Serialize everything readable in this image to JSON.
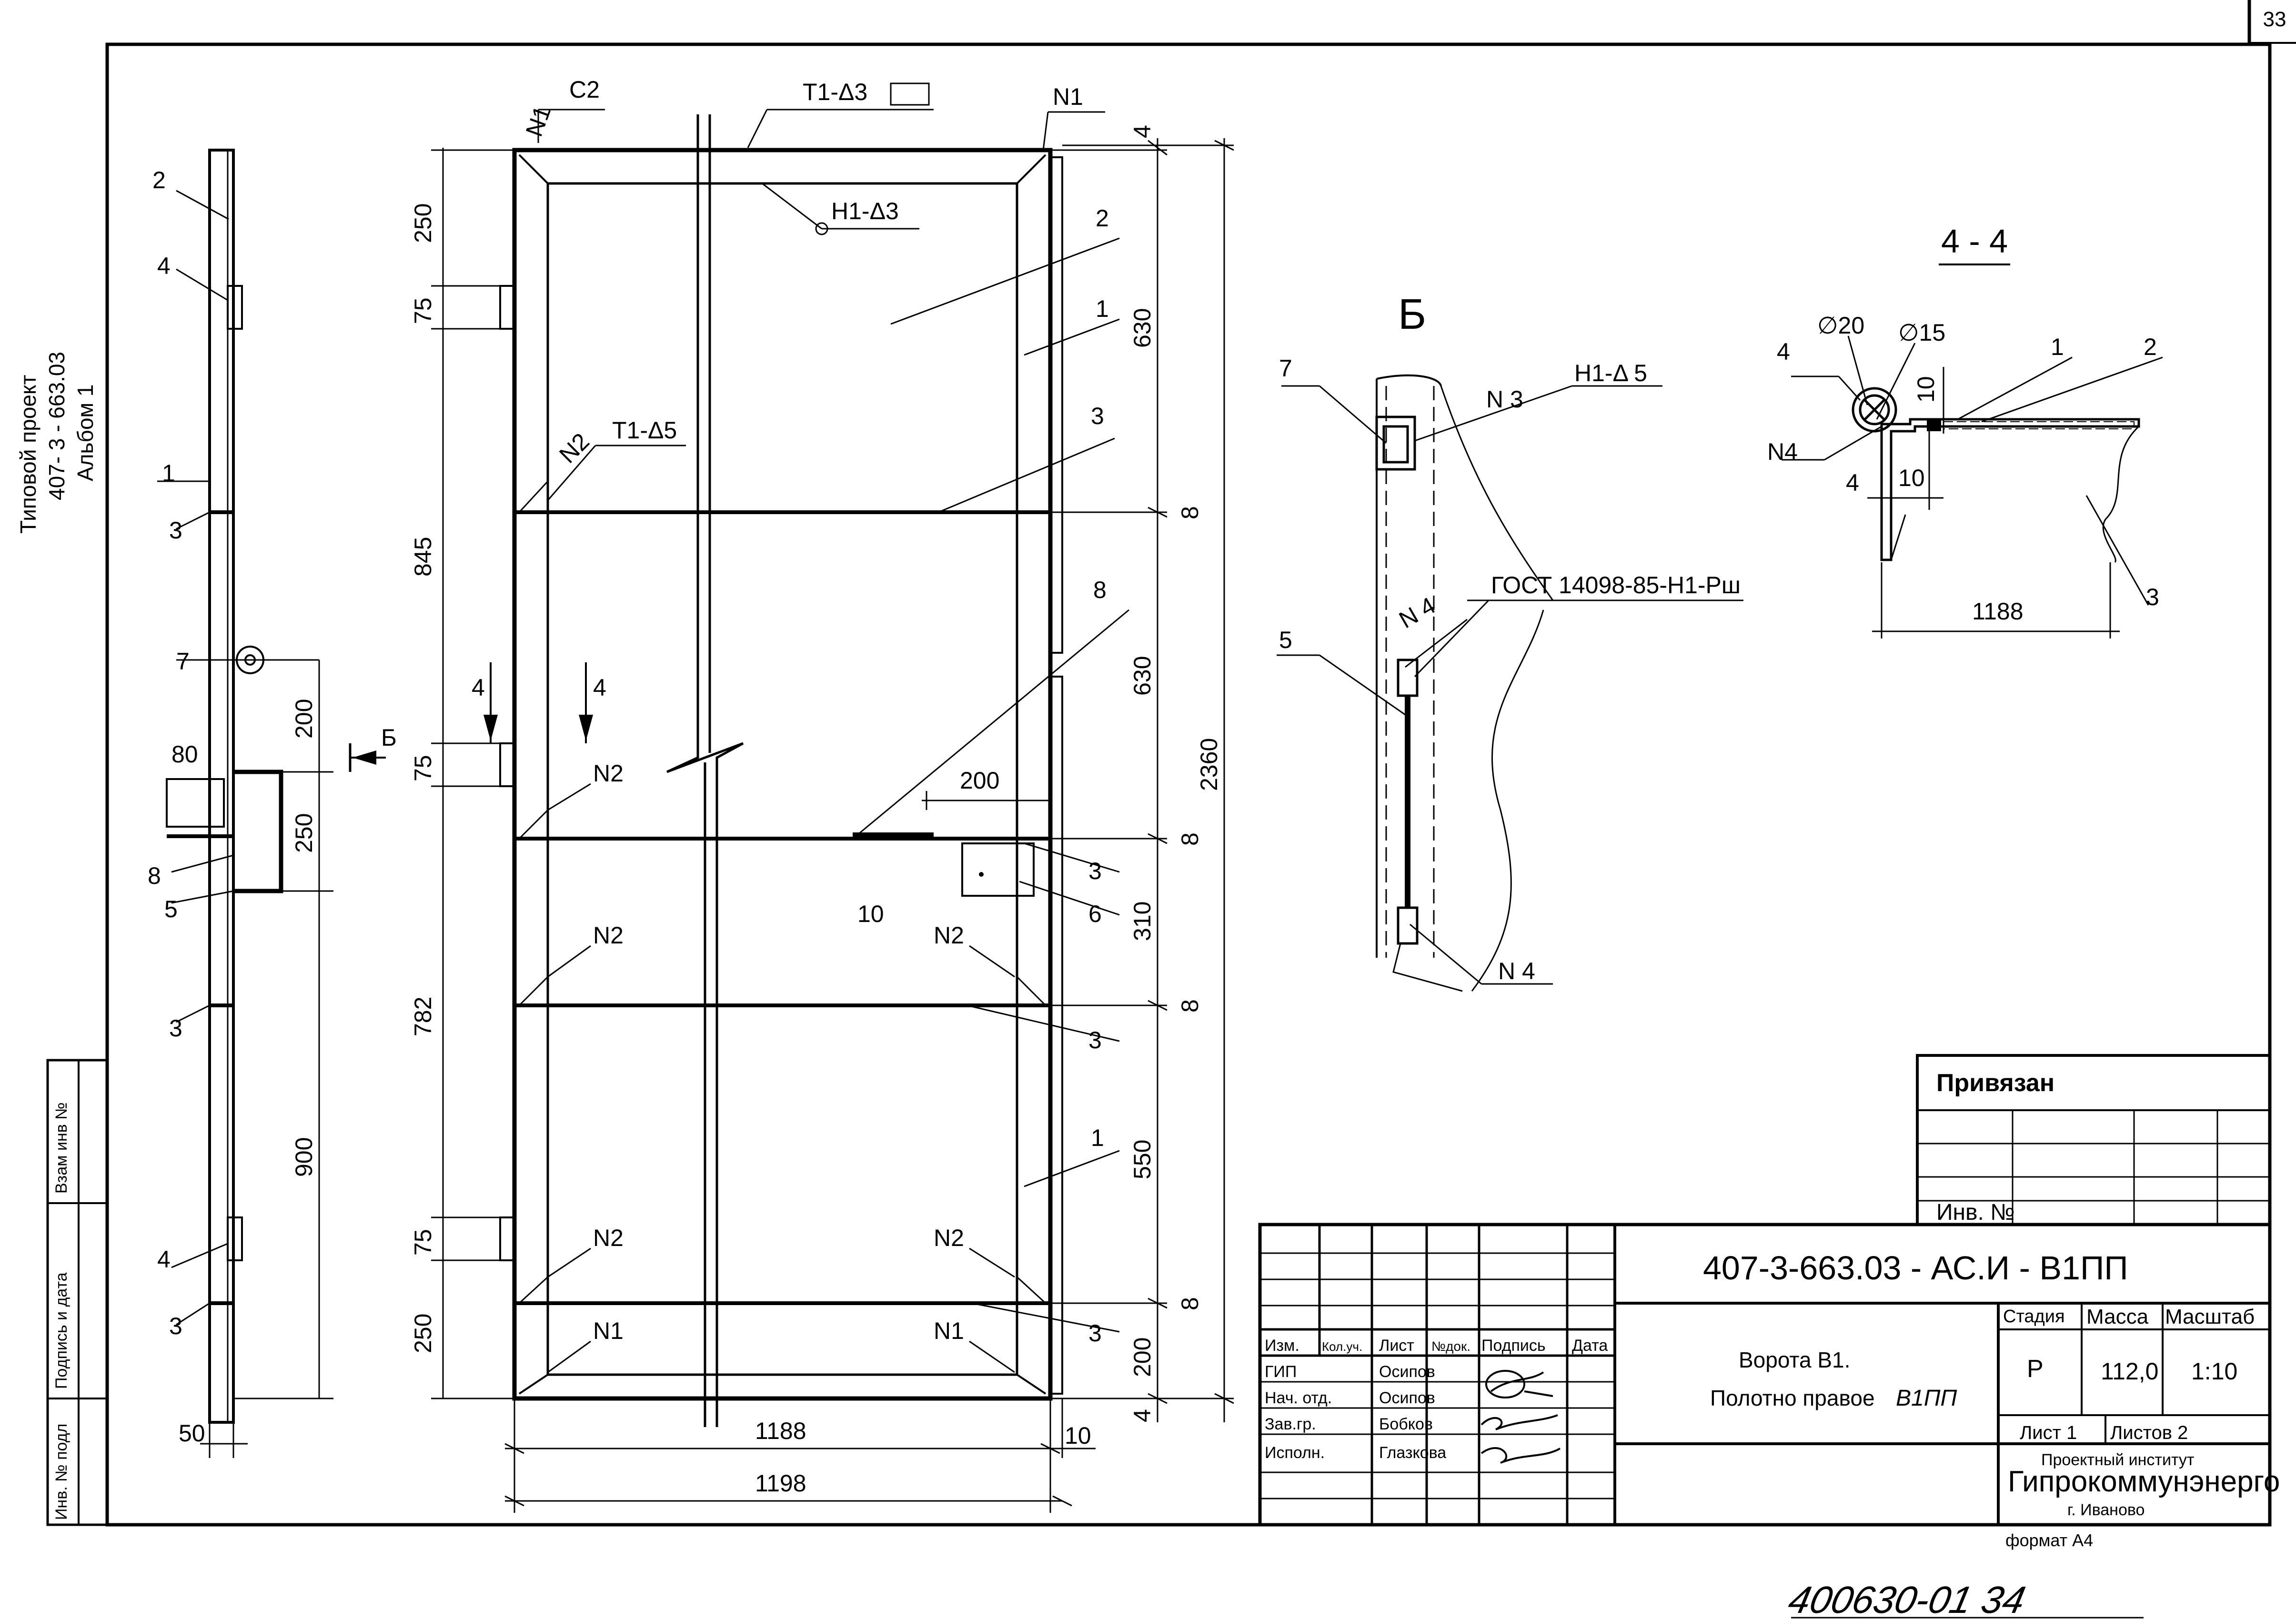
{
  "sheet_number": "33",
  "side_stamp": {
    "title_line1": "Типовой проект",
    "title_line2": "407- 3 - 663.03",
    "title_line3": "Альбом 1"
  },
  "left_strip": {
    "vzam_inv": "Взам инв №",
    "podpis_data": "Подпись и дата",
    "inv_podl": "Инв. № подл"
  },
  "elevation": {
    "labels": [
      "2",
      "4",
      "1",
      "3",
      "7",
      "80",
      "8",
      "5",
      "3",
      "4",
      "3",
      "50"
    ],
    "dims": [
      "200",
      "250",
      "900"
    ],
    "arrow_b": "Б"
  },
  "front": {
    "top_labels": {
      "n1": "N1",
      "c2": "C2",
      "t1_3": "Т1-Δ3",
      "n1_right": "N1",
      "h1_3": "Н1-Δ3",
      "n2_t1": "N2",
      "t1_5": "Т1-Δ5"
    },
    "left_dims": [
      "250",
      "75",
      "845",
      "75",
      "782",
      "75",
      "250"
    ],
    "right_dims": [
      "4",
      "630",
      "8",
      "630",
      "8",
      "310",
      "8",
      "550",
      "8",
      "200",
      "4"
    ],
    "overall": "2360",
    "bottom_dims": {
      "inner": "1188",
      "right_gap": "10",
      "outer": "1198"
    },
    "part_labels": [
      "2",
      "1",
      "3",
      "8",
      "3",
      "6",
      "3",
      "1",
      "3"
    ],
    "weld_labels": [
      "N2",
      "N2",
      "N2",
      "N2",
      "N2",
      "N2",
      "N1",
      "N1"
    ],
    "misc": {
      "dim_200": "200",
      "mark_10": "10",
      "section_4a": "4",
      "section_4b": "4"
    }
  },
  "detail_b": {
    "title": "Б",
    "n3": "N 3",
    "h1_5": "Н1-Δ 5",
    "gost": "ГОСТ 14098-85-Н1-Рш",
    "n4_top": "N 4",
    "n4_bottom": "N 4",
    "label_7": "7",
    "label_5": "5"
  },
  "section_44": {
    "title": "4 - 4",
    "d20": "∅20",
    "d15": "∅15",
    "label_4": "4",
    "label_1": "1",
    "label_2": "2",
    "label_3": "3",
    "n4": "N4",
    "dim_10v": "10",
    "dim_4": "4",
    "dim_10h": "10",
    "dim_1188": "1188"
  },
  "title_block": {
    "privyazan": "Привязан",
    "inv_no": "Инв. №",
    "code": "407-3-663.03 - АС.И - В1ПП",
    "headers": [
      "Изм.",
      "Кол.уч.",
      "Лист",
      "№док.",
      "Подпись",
      "Дата"
    ],
    "roles": [
      "ГИП",
      "Нач. отд.",
      "Зав.гр.",
      "Исполн."
    ],
    "names": [
      "Осипов",
      "Осипов",
      "Бобков",
      "Глазкова"
    ],
    "object_title_1": "Ворота В1.",
    "object_title_2": "Полотно правое",
    "object_title_hand": "В1ПП",
    "stadia_label": "Стадия",
    "massa_label": "Масса",
    "masshtab_label": "Масштаб",
    "stadia": "Р",
    "massa": "112,0",
    "masshtab": "1:10",
    "list": "Лист 1",
    "listov": "Листов 2",
    "institute_1": "Проектный институт",
    "institute_2": "Гипрокоммунэнерго",
    "city": "г. Иваново",
    "format": "формат А4"
  },
  "handwritten_number": "400630-01 34"
}
